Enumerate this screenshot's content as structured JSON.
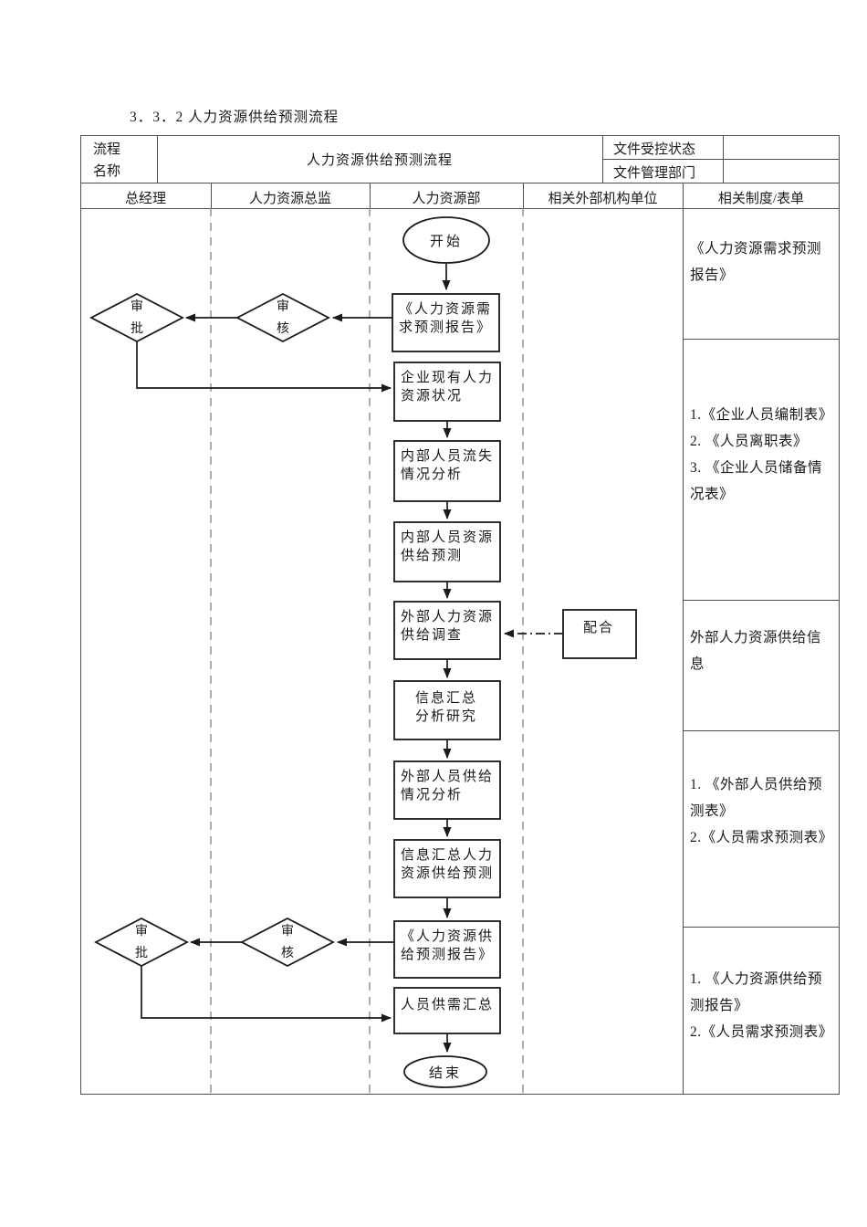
{
  "page": {
    "heading": "3．3．2 人力资源供给预测流程"
  },
  "header": {
    "process_name_label": "流程\n名称",
    "process_name_value": "人力资源供给预测流程",
    "controlled_status_label": "文件受控状态",
    "controlled_status_value": "",
    "managing_dept_label": "文件管理部门",
    "managing_dept_value": ""
  },
  "lanes": [
    {
      "label": "总经理"
    },
    {
      "label": "人力资源总监"
    },
    {
      "label": "人力资源部"
    },
    {
      "label": "相关外部机构单位"
    },
    {
      "label": "相关制度/表单"
    }
  ],
  "flow": {
    "start": "开始",
    "demand_report": "《人力资源需\n求预测报告》",
    "review_1": "审\n核",
    "approve_1": "审\n批",
    "current_hr_status": "企业现有人力\n资源状况",
    "internal_turnover_analysis": "内部人员流失\n情况分析",
    "internal_supply_forecast": "内部人员资源\n供给预测",
    "external_supply_survey": "外部人力资源\n供给调查",
    "cooperate": "配合",
    "info_summary_analysis": "信息汇总\n分析研究",
    "external_supply_analysis": "外部人员供给\n情况分析",
    "summary_supply_forecast": "信息汇总人力\n资源供给预测",
    "supply_forecast_report": "《人力资源供\n给预测报告》",
    "review_2": "审\n核",
    "approve_2": "审\n批",
    "supply_demand_summary": "人员供需汇总",
    "end": "结束"
  },
  "notes": [
    {
      "text": "《人力资源需求预测\n报告》"
    },
    {
      "text": "1.《企业人员编制表》\n2. 《人员离职表》\n3. 《企业人员储备情\n况表》"
    },
    {
      "text": "外部人力资源供给信\n息"
    },
    {
      "text": "1. 《外部人员供给预\n测表》\n2.《人员需求预测表》"
    },
    {
      "text": "1. 《人力资源供给预\n测报告》\n2.《人员需求预测表》"
    }
  ],
  "colors": {
    "ink": "#1a1a1a",
    "table_line": "#4f4f4f",
    "lane_dash": "#8c8c8c"
  }
}
